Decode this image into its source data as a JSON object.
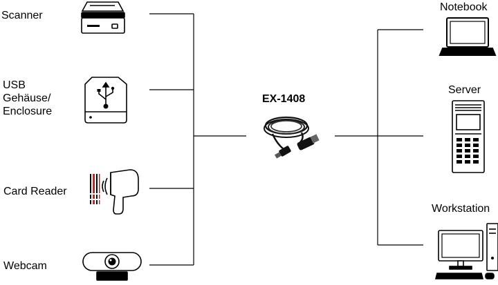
{
  "hub": {
    "title": "EX-1408",
    "icon": "usb-extension-cable-icon"
  },
  "left_devices": [
    {
      "label": "Scanner",
      "icon": "scanner-icon"
    },
    {
      "label": "USB\nGehäuse/\nEnclosure",
      "icon": "usb-enclosure-icon"
    },
    {
      "label": "Card Reader",
      "icon": "card-reader-icon"
    },
    {
      "label": "Webcam",
      "icon": "webcam-icon"
    }
  ],
  "right_devices": [
    {
      "label": "Notebook",
      "icon": "notebook-icon"
    },
    {
      "label": "Server",
      "icon": "server-icon"
    },
    {
      "label": "Workstation",
      "icon": "workstation-icon"
    }
  ]
}
